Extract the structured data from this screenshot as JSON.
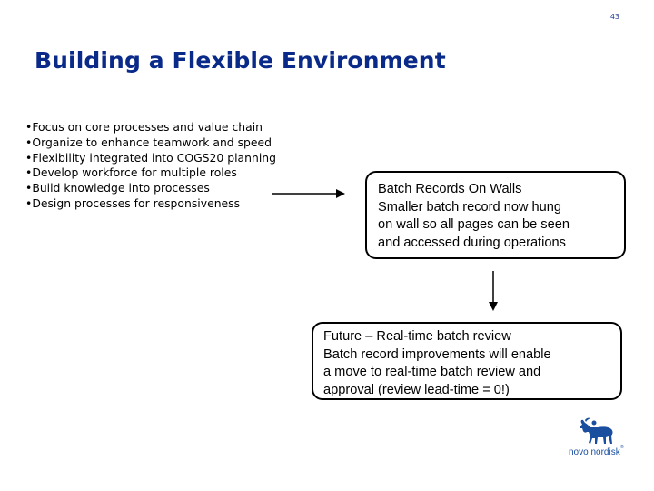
{
  "slide": {
    "page_number": "43",
    "title": "Building a Flexible Environment",
    "bullets": [
      "Focus on core processes and value chain",
      "Organize to enhance teamwork and speed",
      "Flexibility integrated into COGS20 planning",
      "Develop workforce for multiple roles",
      "Build knowledge into processes",
      "Design processes for responsiveness"
    ],
    "box1": {
      "heading": "Batch Records On Walls",
      "lines": [
        "Smaller batch record now hung",
        "on wall so all pages can be seen",
        "and accessed during operations"
      ]
    },
    "box2": {
      "heading": "Future – Real-time batch review",
      "lines": [
        "Batch record improvements will enable",
        "a move to real-time batch review and",
        "approval (review lead-time = 0!)"
      ]
    },
    "logo": {
      "text": "novo nordisk",
      "reg_mark": "®",
      "icon": "apis-bull-icon",
      "color": "#1a4fa0"
    }
  }
}
